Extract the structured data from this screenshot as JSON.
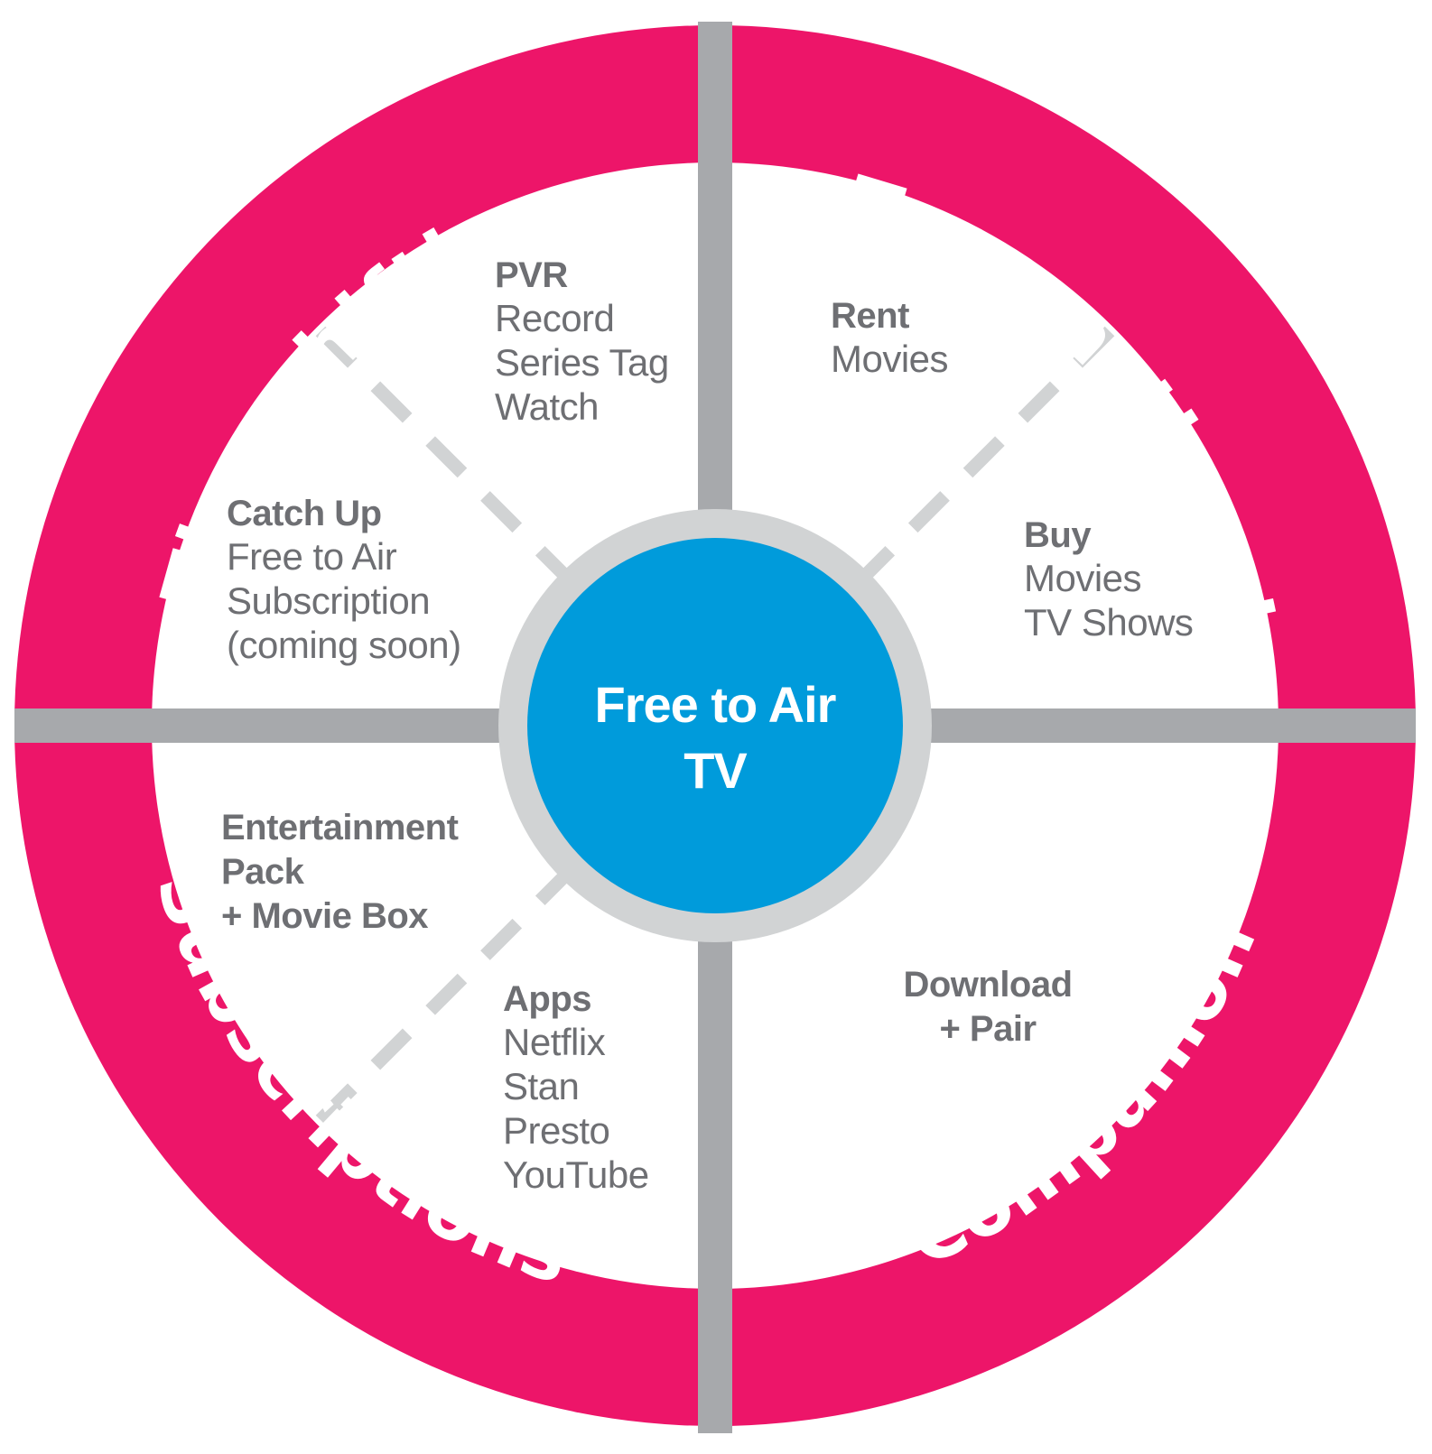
{
  "colors": {
    "ring": "#ed1569",
    "divider": "#a7a9ac",
    "dashed": "#d1d3d4",
    "center_ring": "#d1d3d4",
    "center_fill": "#009bdb",
    "text": "#6e6f73",
    "label": "#ffffff"
  },
  "center": {
    "line1": "Free to Air",
    "line2": "TV"
  },
  "ring_labels": {
    "timeshifting": "Timeshifting",
    "transactional": "Transactional",
    "subscriptions": "Subscriptions",
    "companion": "Companion"
  },
  "segments": {
    "pvr": {
      "title": "PVR",
      "items": [
        "Record",
        "Series Tag",
        "Watch"
      ]
    },
    "catch_up": {
      "title": "Catch Up",
      "items": [
        "Free to Air",
        "Subscription",
        "(coming soon)"
      ]
    },
    "rent": {
      "title": "Rent",
      "items": [
        "Movies"
      ]
    },
    "buy": {
      "title": "Buy",
      "items": [
        "Movies",
        "TV Shows"
      ]
    },
    "entertainment": {
      "title_lines": [
        "Entertainment",
        "Pack",
        "+ Movie Box"
      ]
    },
    "apps": {
      "title": "Apps",
      "items": [
        "Netflix",
        "Stan",
        "Presto",
        "YouTube"
      ]
    },
    "download": {
      "title_lines": [
        "Download",
        "+ Pair"
      ]
    }
  }
}
